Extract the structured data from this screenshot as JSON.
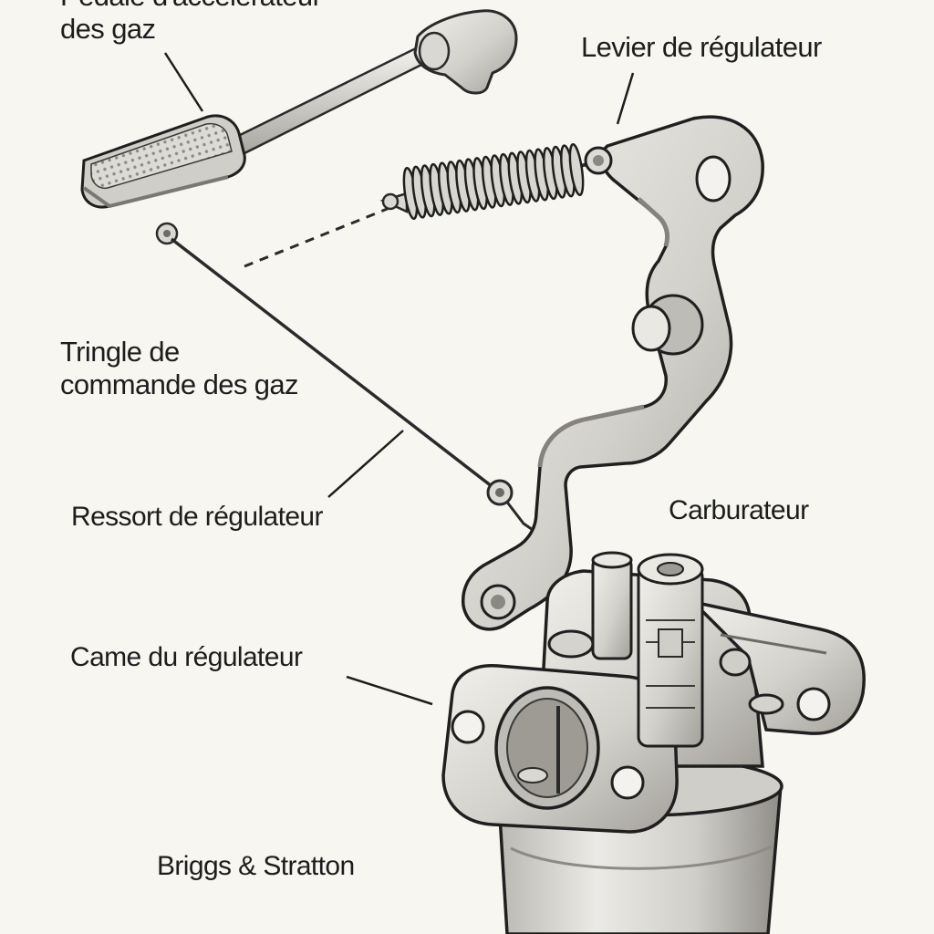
{
  "labels": {
    "pedal": [
      "Pédale d'accélérateur",
      "des gaz"
    ],
    "lever": "Levier de régulateur",
    "rod": [
      "Tringle de",
      "commande des gaz"
    ],
    "spring": "Ressort de régulateur",
    "carb": "Carburateur",
    "cam": "Came du régulateur",
    "brand": "Briggs & Stratton"
  },
  "colors": {
    "ink": "#1d1d1d",
    "metal_light": "#e6e5e0",
    "metal_mid": "#c9c8c2",
    "metal_dark": "#8f8d86",
    "paper": "#f7f6f1"
  }
}
